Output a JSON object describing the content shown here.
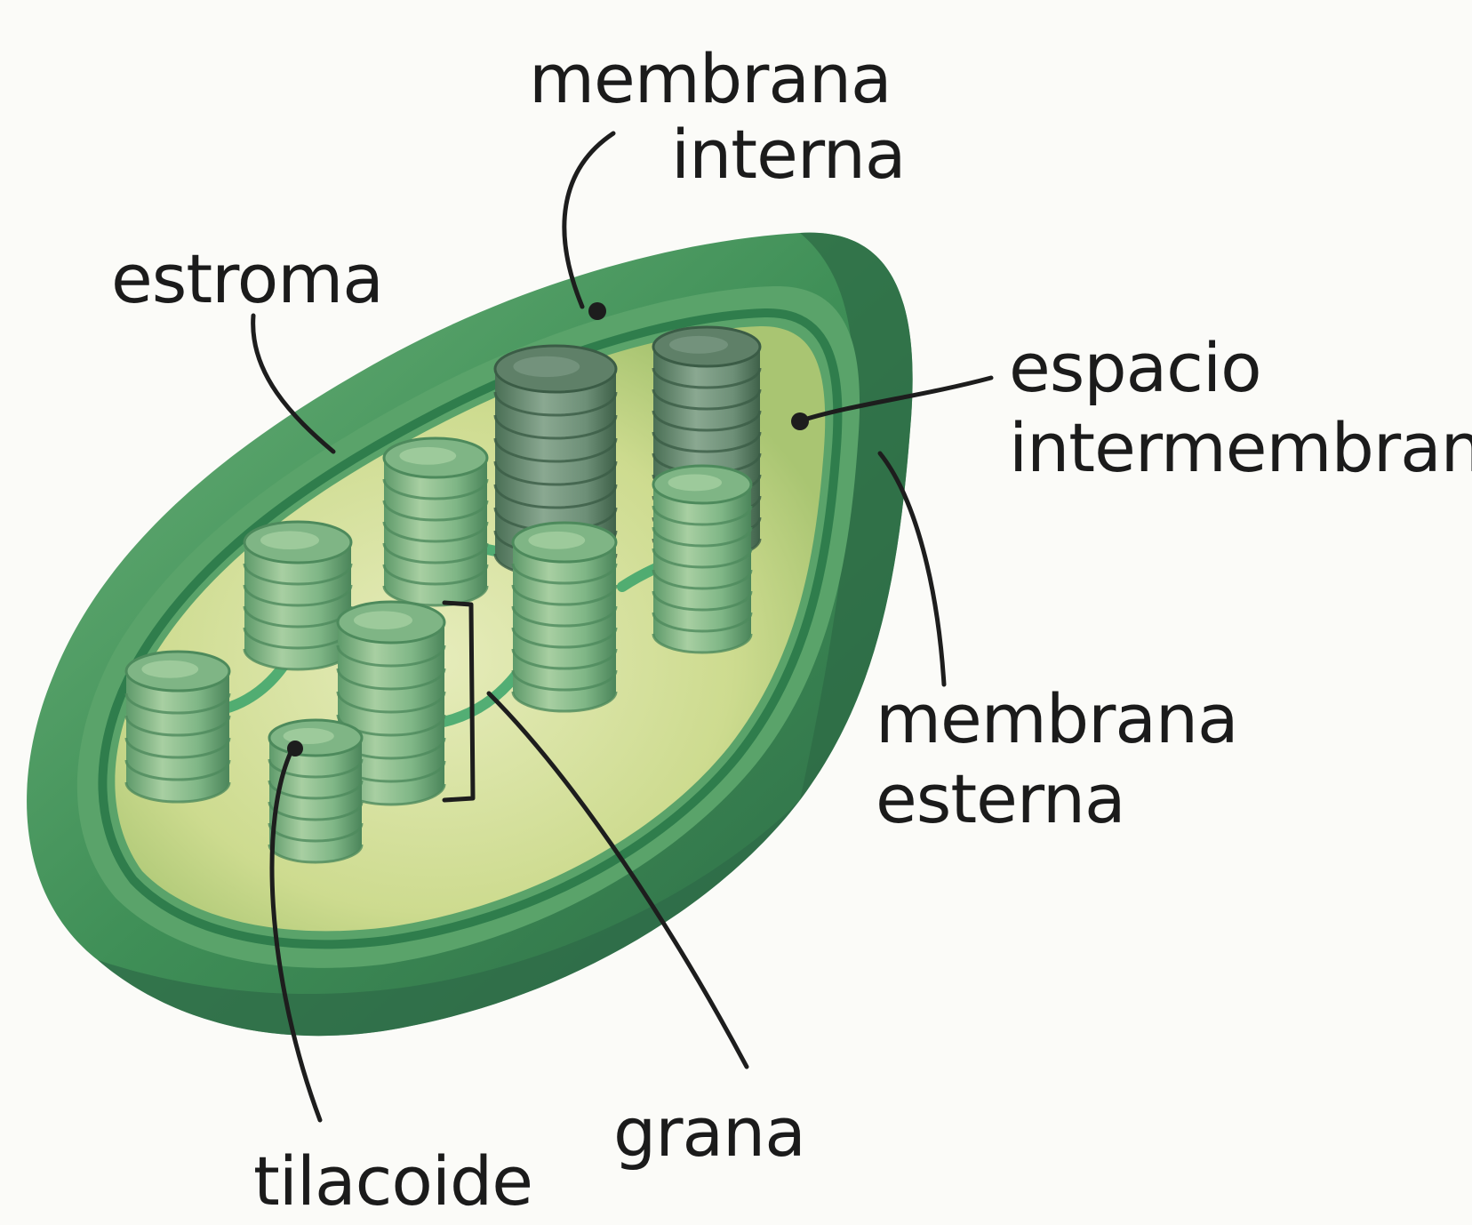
{
  "labels": {
    "membrana_interna": [
      "membrana",
      "interna"
    ],
    "estroma": "estroma",
    "espacio_intermembrana": [
      "espacio",
      "intermembrana"
    ],
    "membrana_externa": [
      "membrana",
      "esterna"
    ],
    "grana": "grana",
    "tilacoide": "tilacoide"
  },
  "colors": {
    "outer_membrane": "#3f8f57",
    "outer_dark": "#2e6b45",
    "inner_membrane": "#2f7d4c",
    "stroma": "#c9d98a",
    "stroma_light": "#e3eab7",
    "granum_light": "#9fc79a",
    "granum_mid": "#6fa877",
    "granum_dark": "#4d8a5c",
    "lamella": "#3aa36a",
    "ink": "#1b1b1b",
    "paper": "#fbfbf8"
  }
}
